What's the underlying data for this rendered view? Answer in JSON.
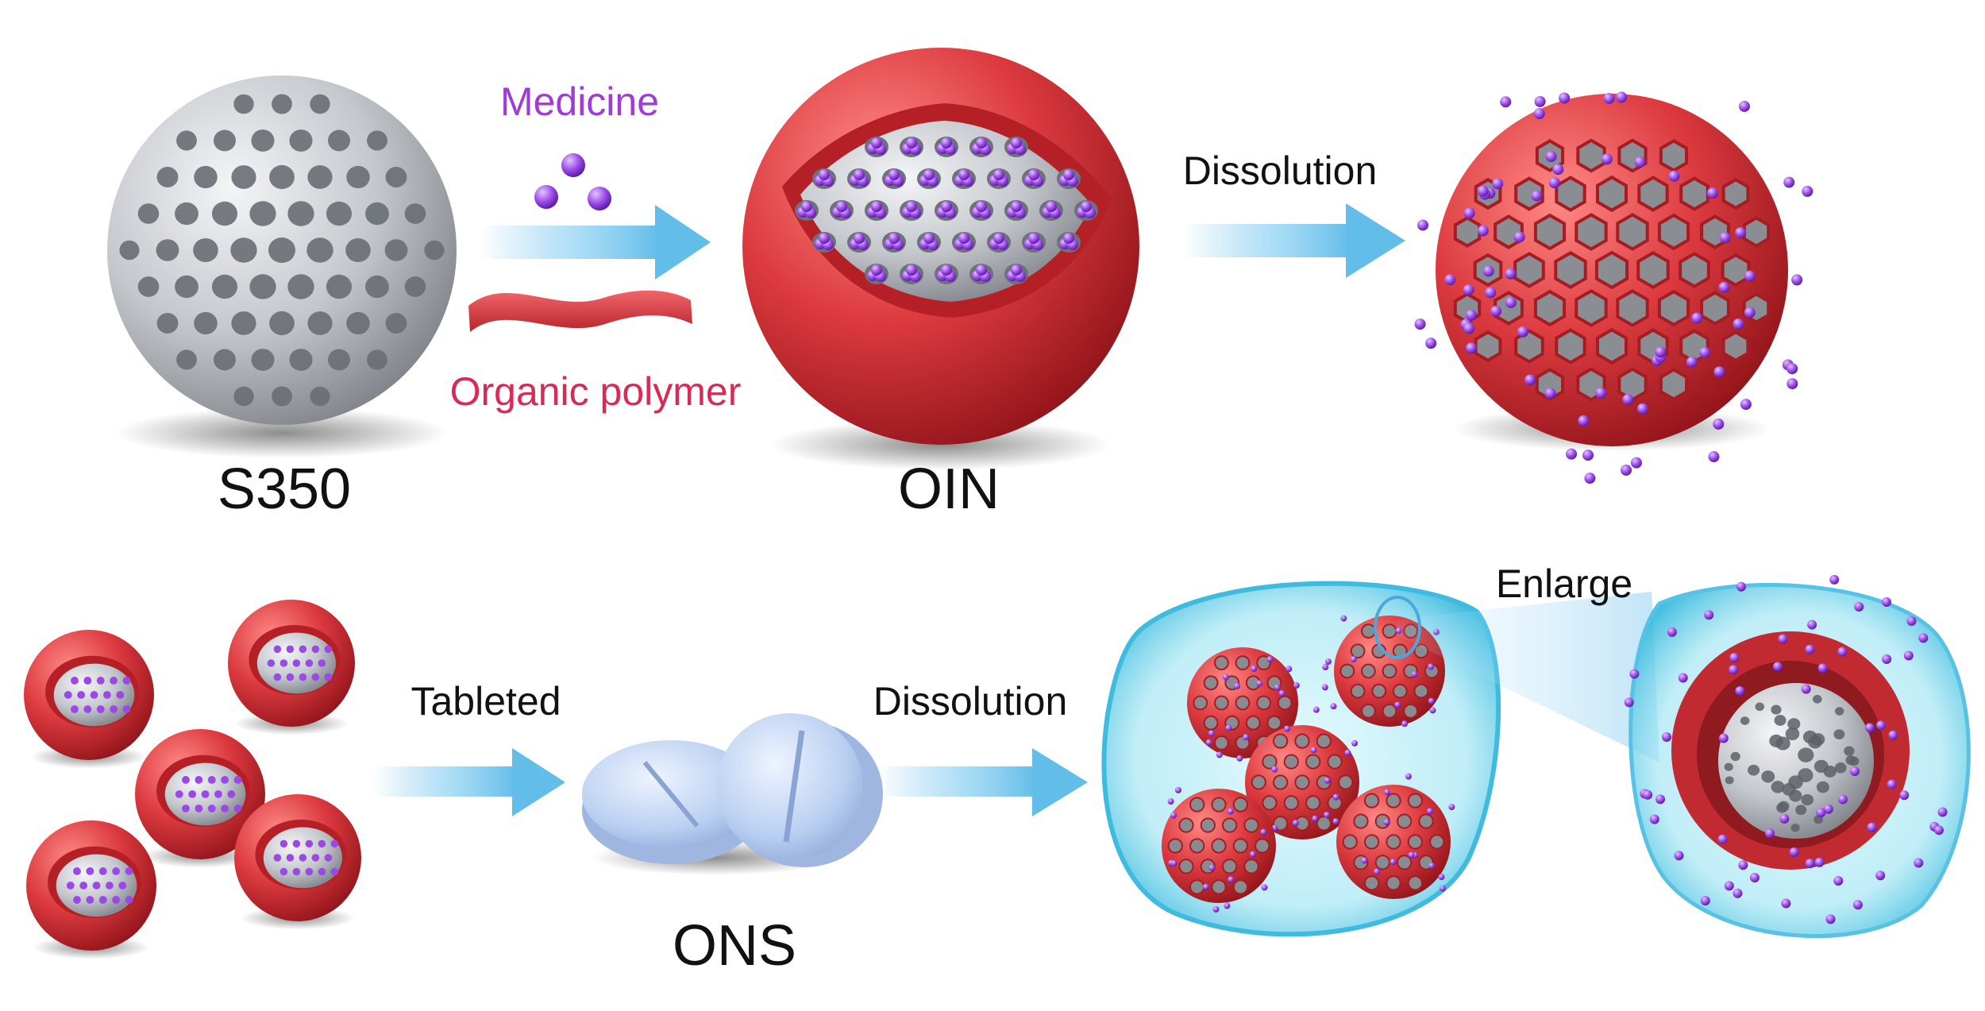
{
  "labels": {
    "s350": "S350",
    "medicine": "Medicine",
    "organic_polymer": "Organic polymer",
    "oin": "OIN",
    "dissolution_top": "Dissolution",
    "tableted": "Tableted",
    "ons": "ONS",
    "dissolution_bottom": "Dissolution",
    "enlarge": "Enlarge"
  },
  "colors": {
    "medicine_text": "#a23bd6",
    "polymer_text": "#d82a55",
    "polymer_red": "#d93a3e",
    "silica_gray": "#b9bcc1",
    "drug_purple": "#9b49e6",
    "arrow_blue": "#7cc7ee",
    "tablet_blue": "#b7cdf0",
    "fluid_cyan": "#58c9e3"
  },
  "icons": [
    "s350-sphere-icon",
    "medicine-dots-icon",
    "polymer-film-icon",
    "oin-sphere-icon",
    "dissolved-oin-icon",
    "oin-cluster-icon",
    "tablet-icon",
    "fluid-bubble-icon",
    "enlarged-particle-icon",
    "arrow-icon"
  ]
}
